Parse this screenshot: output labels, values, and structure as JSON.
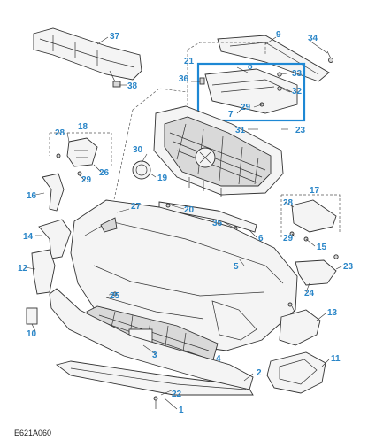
{
  "diagram": {
    "reference_code": "E621A060",
    "highlight_color": "#1e88d4",
    "label_color": "#2a86c8",
    "callouts": [
      {
        "id": "c1",
        "text": "1"
      },
      {
        "id": "c2",
        "text": "2"
      },
      {
        "id": "c3",
        "text": "3"
      },
      {
        "id": "c4",
        "text": "4"
      },
      {
        "id": "c5",
        "text": "5"
      },
      {
        "id": "c6",
        "text": "6"
      },
      {
        "id": "c7",
        "text": "7"
      },
      {
        "id": "c8",
        "text": "8"
      },
      {
        "id": "c9",
        "text": "9"
      },
      {
        "id": "c10",
        "text": "10"
      },
      {
        "id": "c11",
        "text": "11"
      },
      {
        "id": "c12",
        "text": "12"
      },
      {
        "id": "c13",
        "text": "13"
      },
      {
        "id": "c14",
        "text": "14"
      },
      {
        "id": "c15",
        "text": "15"
      },
      {
        "id": "c16",
        "text": "16"
      },
      {
        "id": "c17",
        "text": "17"
      },
      {
        "id": "c18",
        "text": "18"
      },
      {
        "id": "c19",
        "text": "19"
      },
      {
        "id": "c20",
        "text": "20"
      },
      {
        "id": "c21",
        "text": "21"
      },
      {
        "id": "c22",
        "text": "22"
      },
      {
        "id": "c23",
        "text": "23"
      },
      {
        "id": "c23b",
        "text": "23"
      },
      {
        "id": "c24",
        "text": "24"
      },
      {
        "id": "c25",
        "text": "25"
      },
      {
        "id": "c26",
        "text": "26"
      },
      {
        "id": "c27",
        "text": "27"
      },
      {
        "id": "c28a",
        "text": "28"
      },
      {
        "id": "c28b",
        "text": "28"
      },
      {
        "id": "c29a",
        "text": "29"
      },
      {
        "id": "c29b",
        "text": "29"
      },
      {
        "id": "c29c",
        "text": "29"
      },
      {
        "id": "c30",
        "text": "30"
      },
      {
        "id": "c31",
        "text": "31"
      },
      {
        "id": "c32",
        "text": "32"
      },
      {
        "id": "c33",
        "text": "33"
      },
      {
        "id": "c34",
        "text": "34"
      },
      {
        "id": "c35",
        "text": "35"
      },
      {
        "id": "c36",
        "text": "36"
      },
      {
        "id": "c37",
        "text": "37"
      },
      {
        "id": "c38",
        "text": "38"
      }
    ]
  }
}
